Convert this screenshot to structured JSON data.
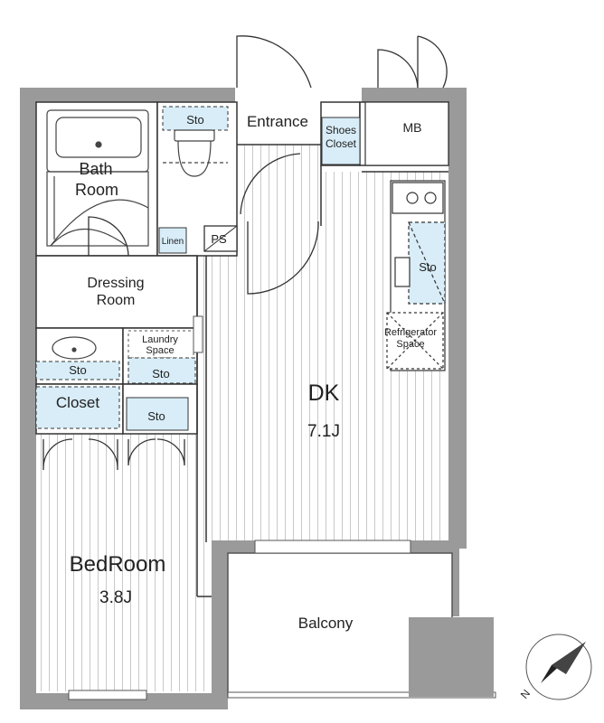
{
  "rooms": {
    "bath": {
      "line1": "Bath",
      "line2": "Room"
    },
    "dressing": {
      "line1": "Dressing",
      "line2": "Room"
    },
    "closet": "Closet",
    "dk": {
      "name": "DK",
      "size": "7.1J"
    },
    "bedroom": {
      "name": "BedRoom",
      "size": "3.8J"
    },
    "balcony": "Balcony",
    "entrance": "Entrance",
    "shoes_closet": {
      "line1": "Shoes",
      "line2": "Closet"
    },
    "mb": "MB"
  },
  "storage": {
    "sto_toilet": "Sto",
    "sto_kitchen": "Sto",
    "sto_sink": "Sto",
    "sto_laundry": "Sto",
    "sto_closet_side": "Sto"
  },
  "fixtures": {
    "linen": "Linen",
    "ps": "PS",
    "laundry_space": {
      "line1": "Laundry",
      "line2": "Space"
    },
    "refrigerator_space": {
      "line1": "Refrigerator",
      "line2": "Space"
    }
  },
  "compass": {
    "label": "N"
  },
  "colors": {
    "wall": "#9a9a9a",
    "storage_fill": "#d8edf8",
    "line": "#333333",
    "floor_line": "#c9c9c9"
  }
}
